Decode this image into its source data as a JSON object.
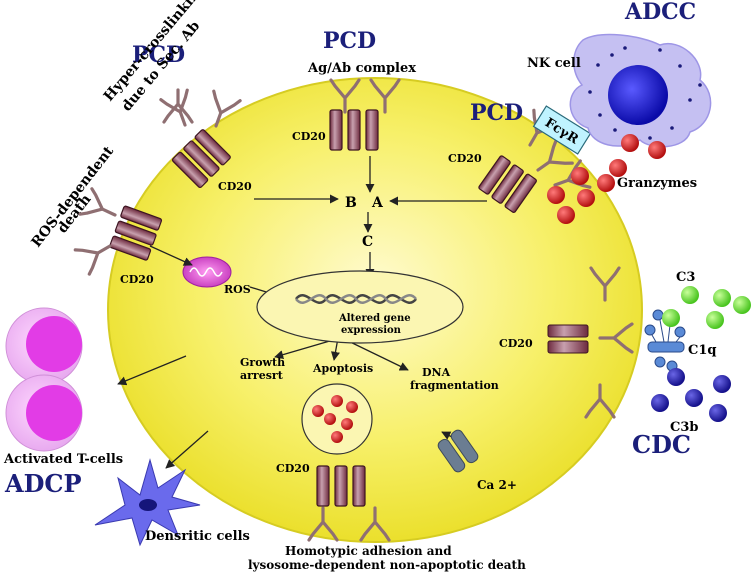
{
  "headings": {
    "pcd_left": "PCD",
    "pcd_top": "PCD",
    "pcd_right": "PCD",
    "adcc": "ADCC",
    "cdc": "CDC",
    "adcp": "ADCP"
  },
  "labels": {
    "hyper_line1": "Hyper-crosslinking",
    "hyper_line2": "due to Sec. Ab",
    "ros_death_line1": "ROS-dependent",
    "ros_death_line2": "death",
    "agab": "Ag/Ab complex",
    "nk_cell": "NK cell",
    "fcyr": "FcγR",
    "granzymes": "Granzymes",
    "cd20_top": "CD20",
    "cd20_upperleft": "CD20",
    "cd20_left": "CD20",
    "cd20_right_upper": "CD20",
    "cd20_right": "CD20",
    "cd20_bottom": "CD20",
    "node_b": "B",
    "node_a": "A",
    "node_c": "C",
    "ros": "ROS",
    "altered_line1": "Altered gene",
    "altered_line2": "expression",
    "growth_line1": "Growth",
    "growth_line2": "arresrt",
    "apoptosis": "Apoptosis",
    "dna_line1": "DNA",
    "dna_line2": "fragmentation",
    "c3": "C3",
    "c1q": "C1q",
    "c3b": "C3b",
    "ca": "Ca 2+",
    "activated_tcells": "Activated T-cells",
    "dendritic": "Densritic cells",
    "homotypic_line1": "Homotypic adhesion and",
    "homotypic_line2": "lysosome-dependent non-apoptotic death"
  },
  "colors": {
    "cell_fill": "#f4ee3a",
    "cd20": "#8b3f56",
    "antibody": "#8f6f72",
    "granzyme": "#c91a1a",
    "c3": "#6fdc3c",
    "c3b": "#1f1a9a",
    "nk_cell": "#b9b3ee",
    "tcell": "#e24ae8",
    "dendritic": "#6060e6",
    "heading": "#1b1f7a"
  }
}
